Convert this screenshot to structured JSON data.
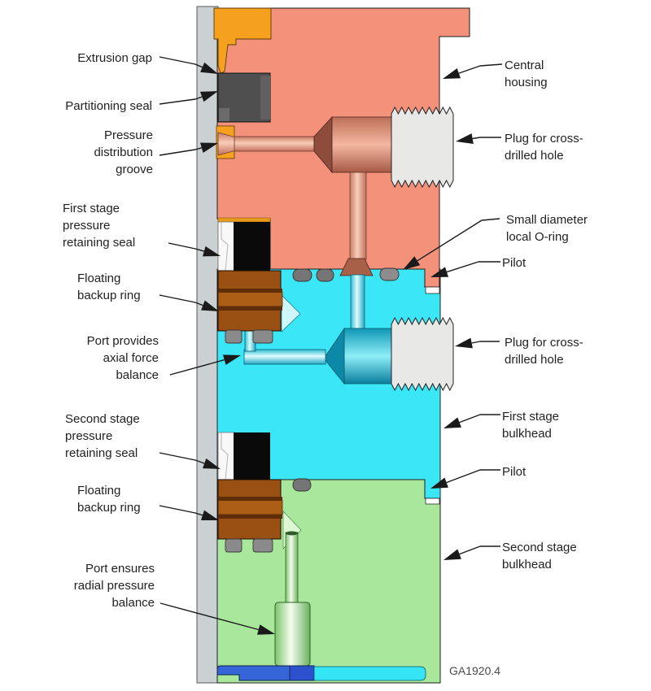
{
  "figure": {
    "number": "GA1920.4"
  },
  "labels": {
    "left": [
      {
        "id": "extrusion-gap",
        "text": "Extrusion gap"
      },
      {
        "id": "partitioning-seal",
        "text": "Partitioning seal"
      },
      {
        "id": "pressure-distribution-groove",
        "text": "Pressure\ndistribution\ngroove"
      },
      {
        "id": "first-stage-pressure-retaining-seal",
        "text": "First stage\npressure\nretaining seal"
      },
      {
        "id": "floating-backup-ring-1",
        "text": "Floating\nbackup ring"
      },
      {
        "id": "port-axial-force-balance",
        "text": "Port provides\naxial force\nbalance"
      },
      {
        "id": "second-stage-pressure-retaining-seal",
        "text": "Second stage\npressure\nretaining seal"
      },
      {
        "id": "floating-backup-ring-2",
        "text": "Floating\nbackup ring"
      },
      {
        "id": "port-radial-pressure-balance",
        "text": "Port ensures\nradial pressure\nbalance"
      }
    ],
    "right": [
      {
        "id": "central-housing",
        "text": "Central\nhousing"
      },
      {
        "id": "plug-cross-drilled-hole-1",
        "text": "Plug for cross-\ndrilled hole"
      },
      {
        "id": "small-diameter-local-o-ring",
        "text": "Small diameter\nlocal O-ring"
      },
      {
        "id": "pilot-1",
        "text": "Pilot"
      },
      {
        "id": "plug-cross-drilled-hole-2",
        "text": "Plug for cross-\ndrilled hole"
      },
      {
        "id": "first-stage-bulkhead",
        "text": "First stage\nbulkhead"
      },
      {
        "id": "pilot-2",
        "text": "Pilot"
      },
      {
        "id": "second-stage-bulkhead",
        "text": "Second stage\nbulkhead"
      }
    ]
  },
  "colors": {
    "housing_salmon": "#F4917B",
    "bulkhead_cyan": "#3BE7F7",
    "bulkhead_green": "#A9E89C",
    "retainer_orange": "#F6A01F",
    "backup_ring_brown": "#9A5012",
    "seal_dark_gray": "#4F4F4F",
    "seal_white": "#F8F8F8",
    "seal_black": "#0A0A0A",
    "shaft_gray": "#CBD0D2",
    "plug_gray": "#E8E8E6",
    "oring_gray": "#7E7E7E",
    "port_blue": "#3565D6",
    "band_cyan": "#35E4F5"
  }
}
